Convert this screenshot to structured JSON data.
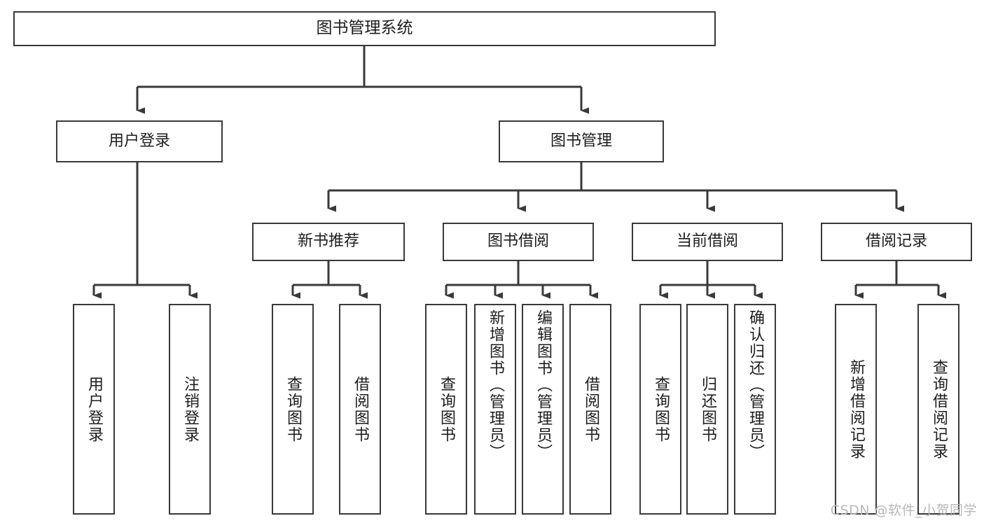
{
  "diagram": {
    "title": "图书管理系统",
    "type": "hierarchy-tree",
    "colors": {
      "stroke": "#393939",
      "text": "#1d1d1d",
      "background": "#ffffff",
      "watermark": "#b9b9b9"
    },
    "levels": {
      "root": {
        "label": "图书管理系统"
      },
      "level2": [
        {
          "label": "用户登录"
        },
        {
          "label": "图书管理"
        }
      ],
      "level3": [
        {
          "label": "新书推荐"
        },
        {
          "label": "图书借阅"
        },
        {
          "label": "当前借阅"
        },
        {
          "label": "借阅记录"
        }
      ],
      "leaves": {
        "user_login": [
          {
            "label": "用户登录"
          },
          {
            "label": "注销登录"
          }
        ],
        "new_book_recommend": [
          {
            "label": "查询图书"
          },
          {
            "label": "借阅图书"
          }
        ],
        "book_borrow": [
          {
            "label": "查询图书"
          },
          {
            "label": "新增图书（管理员）"
          },
          {
            "label": "编辑图书（管理员）"
          },
          {
            "label": "借阅图书"
          }
        ],
        "current_borrow": [
          {
            "label": "查询图书"
          },
          {
            "label": "归还图书"
          },
          {
            "label": "确认归还（管理员）"
          }
        ],
        "borrow_record": [
          {
            "label": "新增借阅记录"
          },
          {
            "label": "查询借阅记录"
          }
        ]
      }
    },
    "watermark": "CSDN @软件_小贺同学"
  }
}
